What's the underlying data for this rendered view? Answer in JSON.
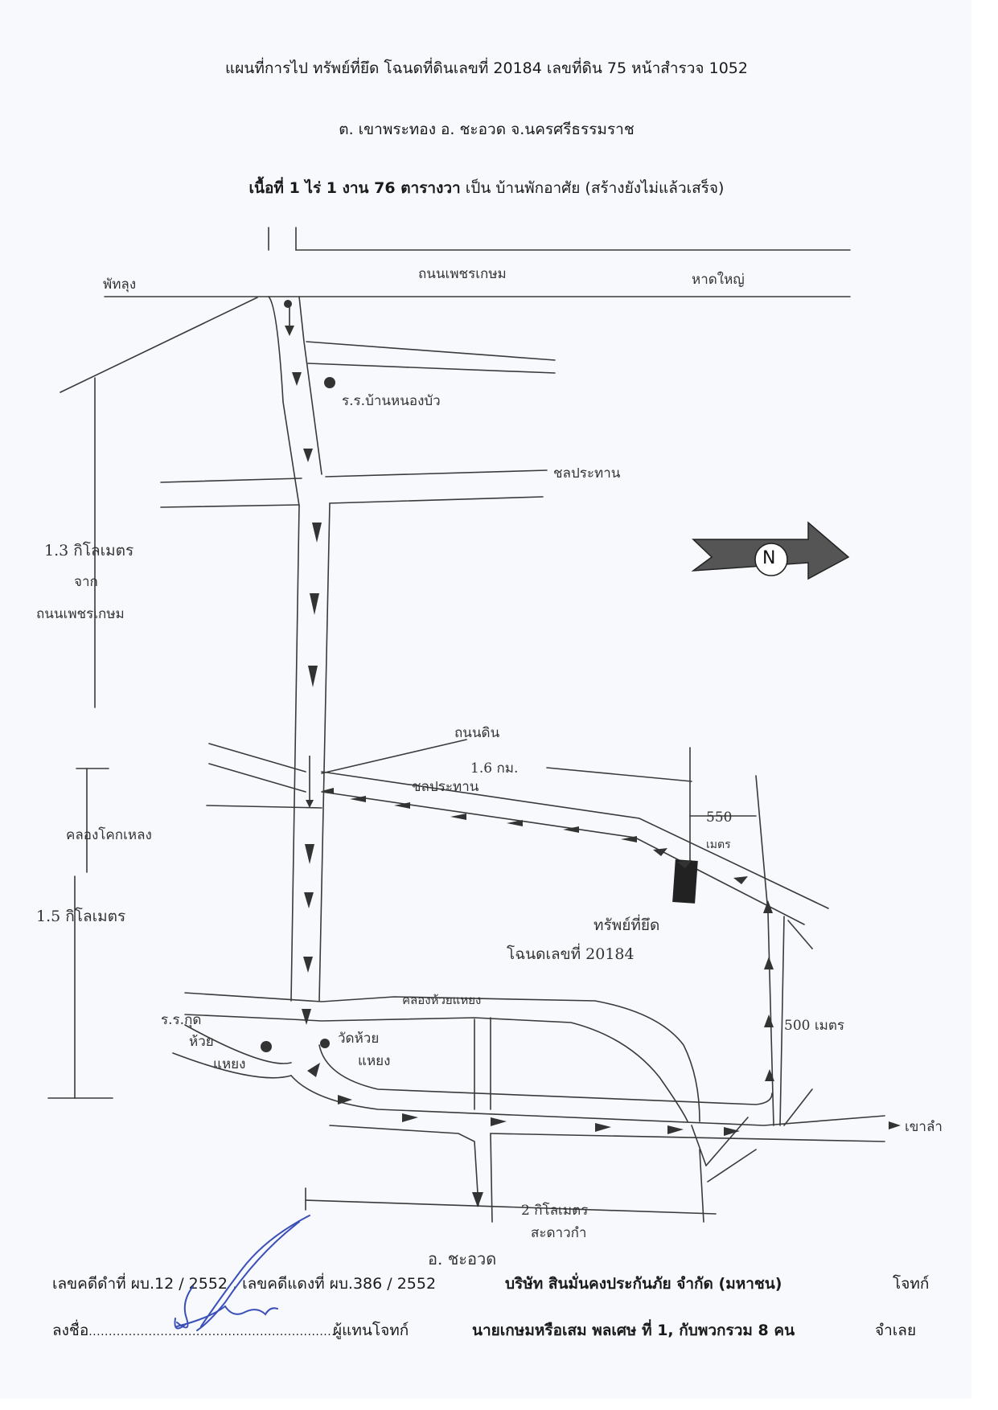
{
  "header": {
    "line1": "แผนที่การไป ทรัพย์ที่ยึด โฉนดที่ดินเลขที่  20184  เลขที่ดิน  75  หน้าสำรวจ  1052",
    "line2": "ต. เขาพระทอง  อ. ชะอวด  จ.นครศรีธรรมราช",
    "line3_prefix": "เนื้อที่  1  ไร่  1  งาน  76  ตารางวา",
    "line3_suffix": "เป็น บ้านพักอาศัย (สร้างยังไม่แล้วเสร็จ)"
  },
  "map": {
    "north_label": "N",
    "labels": {
      "phatthalung": "พัทลุง",
      "phetkasem_road": "ถนนเพชรเกษม",
      "hatyai": "หาดใหญ่",
      "school_ban_nong_bua": "ร.ร.บ้านหนองบัว",
      "irrigation_top": "ชลประทาน",
      "dist_1_3": "1.3 กิโลเมตร",
      "from": "จาก",
      "from_phetkasem": "ถนนเพชรเกษม",
      "dirt_road": "ถนนดิน",
      "dist_1_6": "1.6 กม.",
      "irrigation_mid": "ชลประทาน",
      "dist_550": "550",
      "meters_550": "เมตร",
      "canal_left": "คลองโคกเหลง",
      "dist_1_5": "1.5 กิโลเมตร",
      "seized_property": "ทรัพย์ที่ยึด",
      "deed_no": "โฉนดเลขที่ 20184",
      "canal_huai_haeng": "คลองห้วยแหยง",
      "dist_500": "500 เมตร",
      "school_kut": "ร.ร.กุด",
      "school_kut_2": "ห้วย",
      "school_kut_3": "แหยง",
      "temple": "วัดห้วย",
      "temple_2": "แหยง",
      "khao_lam": "เขาลำ",
      "dist_2km": "2 กิโลเมตร",
      "sadao": "สะดาวกำ",
      "chawat": "อ. ชะอวด"
    }
  },
  "footer": {
    "case_black": "เลขคดีดำที่  ผบ.12 / 2552  , เลขคดีแดงที่ ผบ.386 / 2552",
    "plaintiff_company": "บริษัท  สินมั่นคงประกันภัย  จำกัด  (มหาชน)",
    "plaintiff_label": "โจทก์",
    "sign_prefix": "ลงชื่อ",
    "sign_dots": "..............................................................",
    "sign_role": "ผู้แทนโจทก์",
    "defendant_name": "นายเกษมหรือเสม  พลเศษ ที่ 1, กับพวกรวม 8 คน",
    "defendant_label": "จำเลย"
  }
}
